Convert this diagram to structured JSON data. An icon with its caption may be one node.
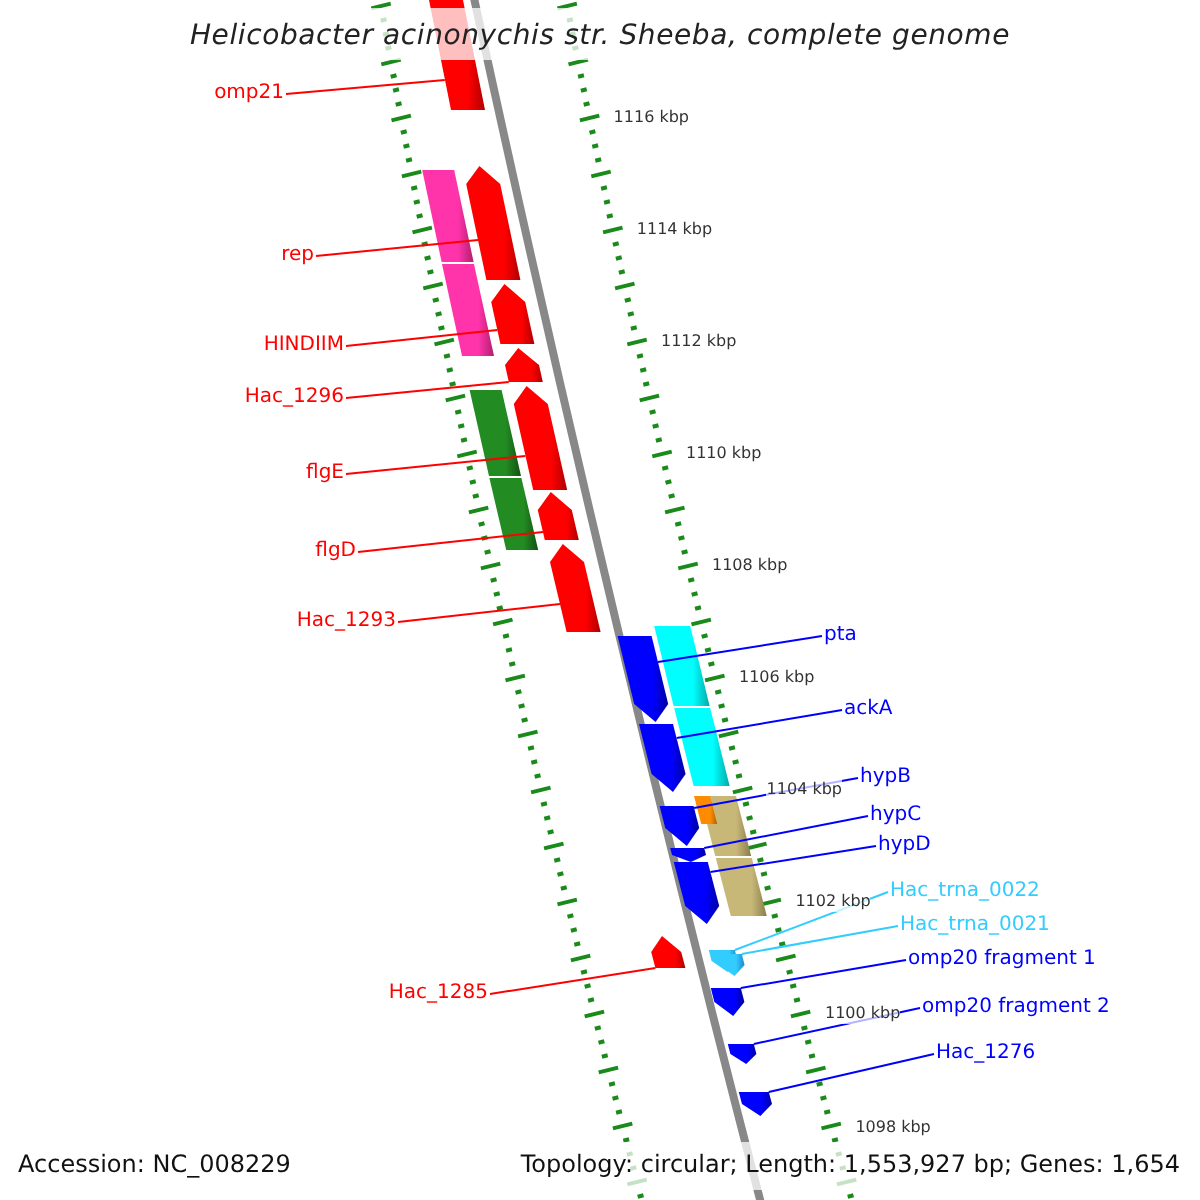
{
  "diagram": {
    "title": "Helicobacter acinonychis str. Sheeba, complete genome",
    "nodes": [
      {
        "text": [
          "omp21"
        ]
      },
      {
        "text": [
          "rep"
        ]
      },
      {
        "text": [
          "HINDIIM"
        ]
      },
      {
        "text": [
          "Hac_1296"
        ]
      },
      {
        "text": [
          "flgE"
        ]
      },
      {
        "text": [
          "flgD"
        ]
      },
      {
        "text": [
          "Hac_1293"
        ]
      },
      {
        "text": [
          "pta"
        ]
      },
      {
        "text": [
          "ackA"
        ]
      },
      {
        "text": [
          "hypB"
        ]
      },
      {
        "text": [
          "hypC"
        ]
      },
      {
        "text": [
          "hypD"
        ]
      },
      {
        "text": [
          "Hac_trna_0022"
        ]
      },
      {
        "text": [
          "Hac_trna_0021"
        ]
      },
      {
        "text": [
          "Hac_1285"
        ]
      },
      {
        "text": [
          "omp20 fragment 1"
        ]
      },
      {
        "text": [
          "omp20 fragment 2"
        ]
      },
      {
        "text": [
          "Hac_1276"
        ]
      },
      {
        "text": [],
        "shape": "arrow"
      },
      {
        "text": [],
        "shape": "arrow"
      },
      {
        "text": [],
        "shape": "arrow"
      },
      {
        "text": [],
        "shape": "arrow"
      },
      {
        "text": [],
        "shape": "arrow"
      },
      {
        "text": [],
        "shape": "arrow"
      },
      {
        "text": [],
        "shape": "arrow"
      },
      {
        "text": [],
        "shape": "arrow"
      },
      {
        "text": [],
        "shape": "arrow"
      },
      {
        "text": [],
        "shape": "arrow"
      },
      {
        "text": [],
        "shape": "arrow"
      },
      {
        "text": [],
        "shape": "arrow"
      },
      {
        "text": [],
        "shape": "arrow"
      },
      {
        "text": [],
        "shape": "arrow"
      },
      {
        "text": [],
        "shape": "arrow"
      },
      {
        "text": [],
        "shape": "arrow"
      },
      {
        "text": [],
        "shape": "arrow"
      },
      {
        "text": [],
        "shape": "arrow"
      },
      {
        "text": [],
        "shape": "bar"
      },
      {
        "text": [],
        "shape": "bar"
      },
      {
        "text": [],
        "shape": "bar"
      },
      {
        "text": [],
        "shape": "bar"
      },
      {
        "text": [],
        "shape": "bar"
      },
      {
        "text": [],
        "shape": "bar"
      },
      {
        "text": [],
        "shape": "bar"
      },
      {
        "text": [],
        "shape": "bar"
      },
      {
        "text": [],
        "shape": "bar"
      }
    ],
    "edges": [
      {
        "from": 0,
        "to": 18,
        "arrow": "none",
        "color": "#ff0000"
      },
      {
        "from": 1,
        "to": 19,
        "arrow": "none",
        "color": "#ff0000"
      },
      {
        "from": 2,
        "to": 20,
        "arrow": "none",
        "color": "#ff0000"
      },
      {
        "from": 3,
        "to": 21,
        "arrow": "none",
        "color": "#ff0000"
      },
      {
        "from": 4,
        "to": 22,
        "arrow": "none",
        "color": "#ff0000"
      },
      {
        "from": 5,
        "to": 23,
        "arrow": "none",
        "color": "#ff0000"
      },
      {
        "from": 6,
        "to": 24,
        "arrow": "none",
        "color": "#ff0000"
      },
      {
        "from": 7,
        "to": 25,
        "arrow": "none",
        "color": "#0000ff"
      },
      {
        "from": 8,
        "to": 26,
        "arrow": "none",
        "color": "#0000ff"
      },
      {
        "from": 9,
        "to": 27,
        "arrow": "none",
        "color": "#0000ff"
      },
      {
        "from": 10,
        "to": 28,
        "arrow": "none",
        "color": "#0000ff"
      },
      {
        "from": 11,
        "to": 29,
        "arrow": "none",
        "color": "#0000ff"
      },
      {
        "from": 12,
        "to": 30,
        "arrow": "none",
        "color": "#33ccff"
      },
      {
        "from": 13,
        "to": 31,
        "arrow": "none",
        "color": "#33ccff"
      },
      {
        "from": 14,
        "to": 32,
        "arrow": "none",
        "color": "#ff0000"
      },
      {
        "from": 15,
        "to": 33,
        "arrow": "none",
        "color": "#0000ff"
      },
      {
        "from": 16,
        "to": 34,
        "arrow": "none",
        "color": "#0000ff"
      },
      {
        "from": 17,
        "to": 35,
        "arrow": "none",
        "color": "#0000ff"
      }
    ],
    "labels": [
      "1116 kbp",
      "1114 kbp",
      "1112 kbp",
      "1110 kbp",
      "1108 kbp",
      "1106 kbp",
      "1104 kbp",
      "1102 kbp",
      "1100 kbp",
      "1098 kbp",
      "Accession: NC_008229",
      "Topology: circular; Length: 1,553,927 bp; Genes: 1,654"
    ]
  }
}
